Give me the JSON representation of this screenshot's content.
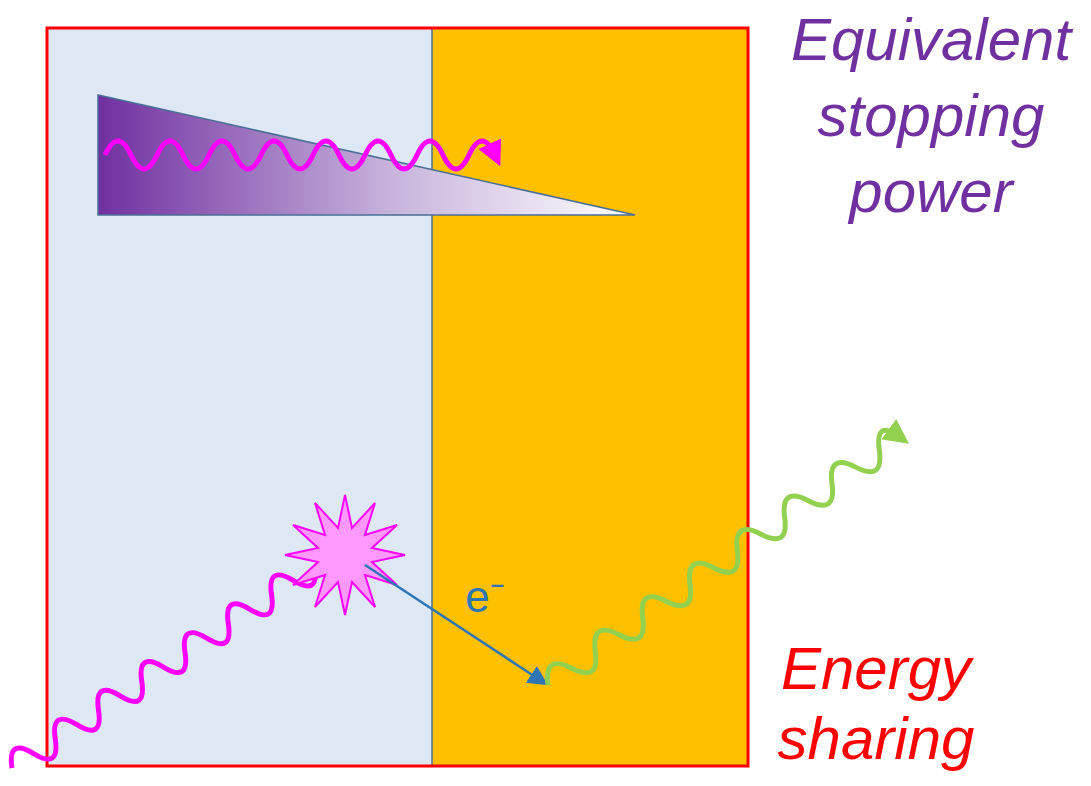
{
  "diagram": {
    "labels": [
      "Equivalent stopping power",
      "e⁻",
      "Energy sharing"
    ]
  }
}
